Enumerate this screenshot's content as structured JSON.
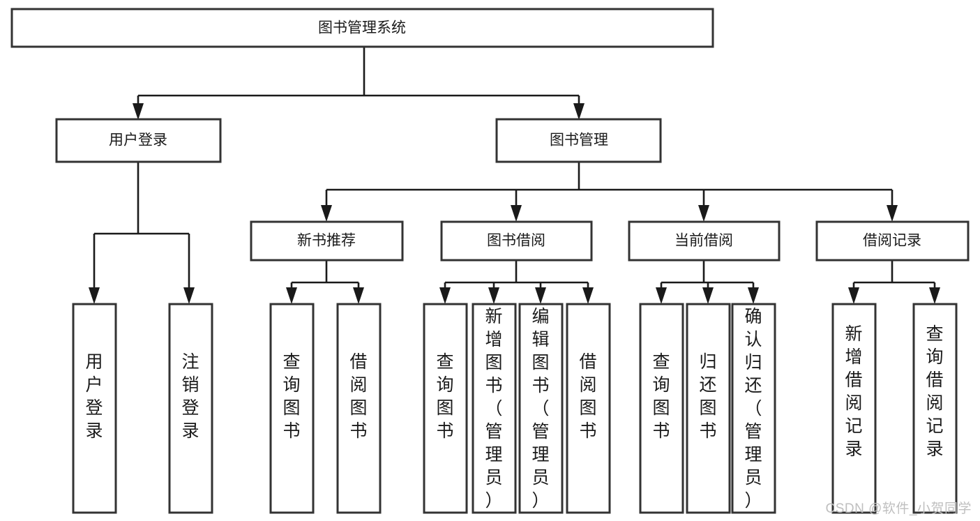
{
  "diagram": {
    "title": "图书管理系统",
    "watermark": "CSDN @软件_小贺同学",
    "root": {
      "id": "root",
      "label": "图书管理系统"
    },
    "level2": [
      {
        "id": "user-login",
        "label": "用户登录"
      },
      {
        "id": "book-management",
        "label": "图书管理"
      }
    ],
    "level3": [
      {
        "id": "new-book-recommend",
        "label": "新书推荐"
      },
      {
        "id": "book-borrow",
        "label": "图书借阅"
      },
      {
        "id": "current-borrow",
        "label": "当前借阅"
      },
      {
        "id": "borrow-record",
        "label": "借阅记录"
      }
    ],
    "leaves": [
      {
        "id": "leaf-user-login",
        "label": "用户登录",
        "parent": "user-login"
      },
      {
        "id": "leaf-logout-login",
        "label": "注销登录",
        "parent": "user-login"
      },
      {
        "id": "leaf-query-book-1",
        "label": "查询图书",
        "parent": "new-book-recommend"
      },
      {
        "id": "leaf-borrow-book-1",
        "label": "借阅图书",
        "parent": "new-book-recommend"
      },
      {
        "id": "leaf-query-book-2",
        "label": "查询图书",
        "parent": "book-borrow"
      },
      {
        "id": "leaf-add-book",
        "label": "新增图书（管理员）",
        "parent": "book-borrow"
      },
      {
        "id": "leaf-edit-book",
        "label": "编辑图书（管理员）",
        "parent": "book-borrow"
      },
      {
        "id": "leaf-borrow-book-2",
        "label": "借阅图书",
        "parent": "book-borrow"
      },
      {
        "id": "leaf-query-book-3",
        "label": "查询图书",
        "parent": "current-borrow"
      },
      {
        "id": "leaf-return-book",
        "label": "归还图书",
        "parent": "current-borrow"
      },
      {
        "id": "leaf-confirm-return",
        "label": "确认归还（管理员）",
        "parent": "current-borrow"
      },
      {
        "id": "leaf-add-record",
        "label": "新增借阅记录",
        "parent": "borrow-record"
      },
      {
        "id": "leaf-query-record",
        "label": "查询借阅记录",
        "parent": "borrow-record"
      }
    ],
    "colors": {
      "box_stroke": "#333333",
      "box_fill": "#ffffff",
      "connector": "#1a1a1a",
      "text": "#1a1a1a",
      "watermark": "#bfbfbf"
    }
  }
}
